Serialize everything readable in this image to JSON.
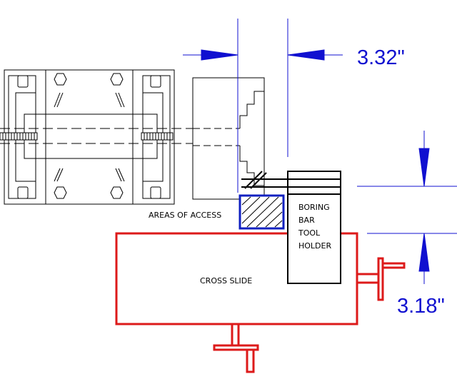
{
  "colors": {
    "line": "#000000",
    "cross_slide": "#dd1a1a",
    "dimension": "#1010d0",
    "access_box": "#1020c0",
    "background": "#ffffff"
  },
  "labels": {
    "areas_of_access": "AREAS OF ACCESS",
    "cross_slide": "CROSS SLIDE",
    "tool_holder": [
      "BORING",
      "BAR",
      "TOOL",
      "HOLDER"
    ]
  },
  "dimensions": {
    "horizontal": "3.32\"",
    "vertical": "3.18\""
  }
}
